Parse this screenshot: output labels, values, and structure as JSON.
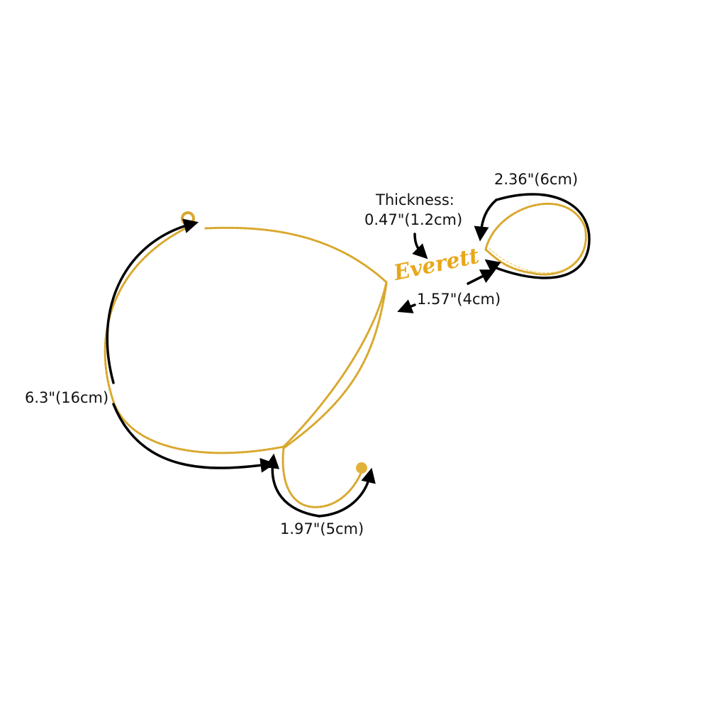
{
  "product": {
    "pendant_name": "Everett",
    "colors": {
      "gold": "#d9a82e",
      "arrow": "#000000"
    }
  },
  "dimensions": {
    "ring_length": "2.36\"(6cm)",
    "thickness_label": "Thickness:",
    "thickness_value": "0.47\"(1.2cm)",
    "connector_length": "1.57\"(4cm)",
    "bracelet_length": "6.3\"(16cm)",
    "extender_length": "1.97\"(5cm)"
  }
}
